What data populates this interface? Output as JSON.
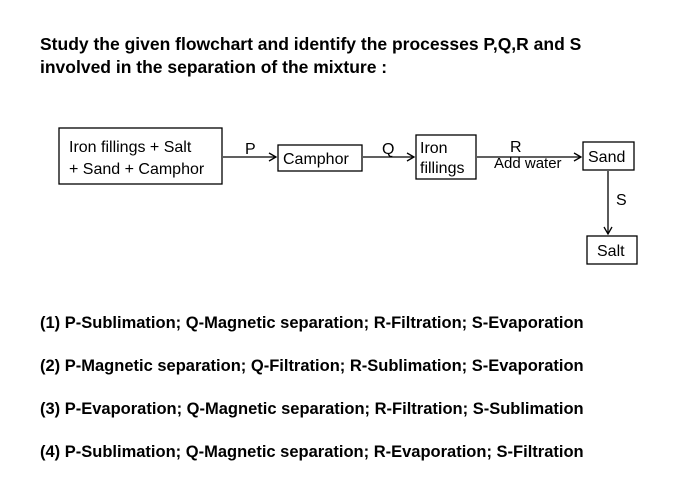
{
  "question": {
    "line1": "Study the given flowchart and identify the processes P,Q,R and S",
    "line2": "involved in the separation of the mixture :"
  },
  "flowchart": {
    "mixture_line1": "Iron fillings + Salt",
    "mixture_line2": "+ Sand + Camphor",
    "camphor": "Camphor",
    "iron_line1": "Iron",
    "iron_line2": "fillings",
    "sand": "Sand",
    "salt": "Salt",
    "label_p": "P",
    "label_q": "Q",
    "label_r": "R",
    "label_add_water": "Add water",
    "label_s": "S"
  },
  "options": [
    "(1) P-Sublimation; Q-Magnetic separation; R-Filtration; S-Evaporation",
    "(2) P-Magnetic separation; Q-Filtration; R-Sublimation; S-Evaporation",
    "(3) P-Evaporation; Q-Magnetic separation; R-Filtration; S-Sublimation",
    "(4) P-Sublimation; Q-Magnetic separation; R-Evaporation; S-Filtration"
  ]
}
